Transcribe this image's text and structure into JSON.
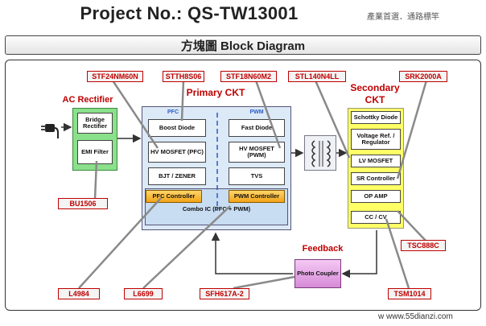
{
  "header": {
    "title": "Project No.: QS-TW13001",
    "tagline": "產業首選．通路標竿",
    "subtitle": "方塊圖 Block Diagram"
  },
  "sections": {
    "ac_rectifier": "AC Rectifier",
    "primary_ckt": "Primary CKT",
    "secondary_ckt_line1": "Secondary",
    "secondary_ckt_line2": "CKT",
    "feedback": "Feedback",
    "pfc": "PFC",
    "pwm": "PWM"
  },
  "ac_blocks": {
    "bridge_rectifier": "Bridge Rectifier",
    "emi_filter": "EMI Filter"
  },
  "primary_blocks": {
    "boost_diode": "Boost Diode",
    "hv_mosfet_pfc": "HV MOSFET (PFC)",
    "bjt_zener": "BJT / ZENER",
    "pfc_controller": "PFC Controller",
    "fast_diode": "Fast Diode",
    "hv_mosfet_pwm": "HV MOSFET (PWM)",
    "tvs": "TVS",
    "pwm_controller": "PWM Controller",
    "combo_ic": "Combo IC (PFC + PWM)"
  },
  "secondary_blocks": {
    "schottky": "Schottky Diode",
    "regulator": "Voltage Ref. / Regulator",
    "lv_mosfet": "LV MOSFET",
    "sr_controller": "SR Controller",
    "op_amp": "OP AMP",
    "cc_cv": "CC / CV"
  },
  "feedback_block": {
    "photo_coupler": "Photo Coupler"
  },
  "callouts": {
    "stf24nm60n": "STF24NM60N",
    "stth8s06": "STTH8S06",
    "stf18n60m2": "STF18N60M2",
    "stl140n4ll": "STL140N4LL",
    "srk2000a": "SRK2000A",
    "bu1506": "BU1506",
    "tsc888c": "TSC888C",
    "l4984": "L4984",
    "l6699": "L6699",
    "sfh617a2": "SFH617A-2",
    "tsm1014": "TSM1014"
  },
  "watermark": "w   www.55dianzi.com",
  "colors": {
    "callout_red": "#c00000",
    "primary_panel": "#dce9f7",
    "secondary_panel": "#ffff66",
    "ac_panel": "#8be08b",
    "orange_block": "#f2a417",
    "photo_coupler": "#d68ad6"
  }
}
